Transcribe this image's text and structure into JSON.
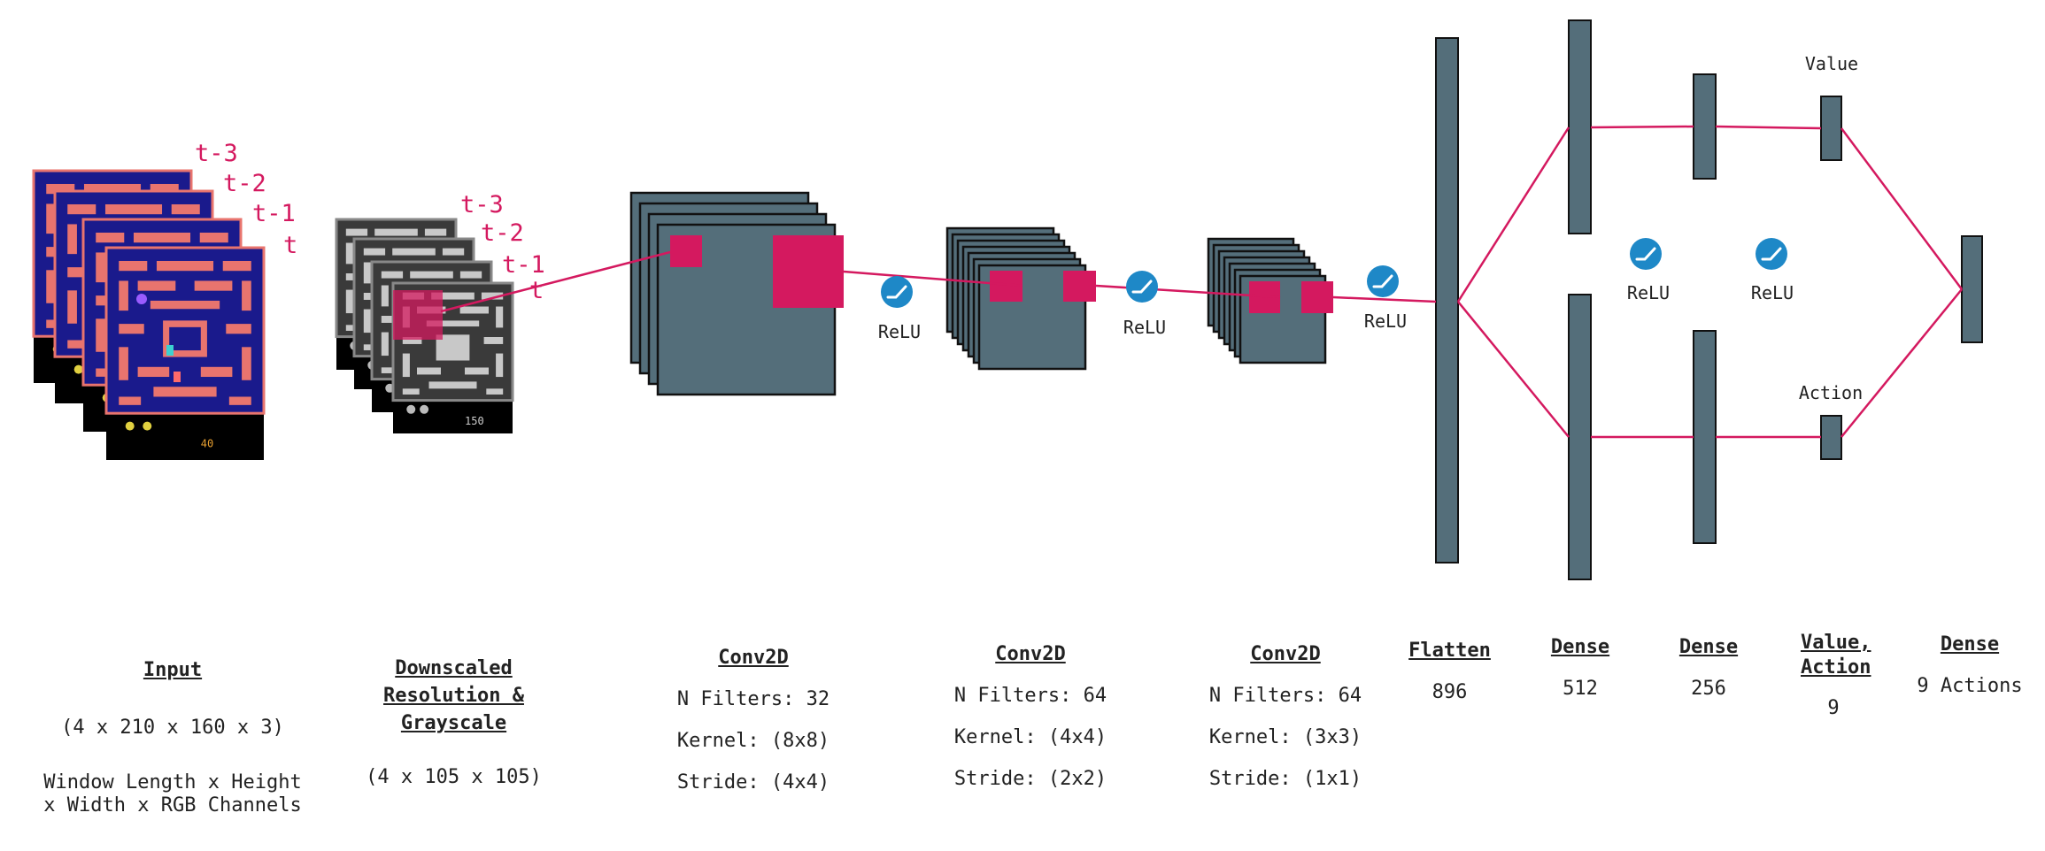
{
  "colors": {
    "accent": "#d4195f",
    "block_fill": "#546e7a",
    "block_stroke": "#111111",
    "relu_icon": "#1e88c7",
    "maze_bg": "#1a1a8c",
    "maze_wall": "#e8746e",
    "gray_wall": "#c8c8c8",
    "gray_bg": "#3a3a3a"
  },
  "input_frames": {
    "labels": [
      "t-3",
      "t-2",
      "t-1",
      "t"
    ],
    "score": "40"
  },
  "gray_frames": {
    "labels": [
      "t-3",
      "t-2",
      "t-1",
      "t"
    ],
    "score": "150"
  },
  "activation": "ReLU",
  "icons": [
    "relu-icon"
  ],
  "columns": {
    "input": {
      "title": "Input",
      "shape": "(4 x 210 x 160 x 3)",
      "desc": "Window Length x Height x Width x RGB Channels"
    },
    "downscaled": {
      "title": "Downscaled Resolution & Grayscale",
      "shape": "(4 x 105 x 105)"
    },
    "conv1": {
      "title": "Conv2D",
      "filters": "N Filters: 32",
      "kernel": "Kernel: (8x8)",
      "stride": "Stride: (4x4)"
    },
    "conv2": {
      "title": "Conv2D",
      "filters": "N Filters: 64",
      "kernel": "Kernel: (4x4)",
      "stride": "Stride: (2x2)"
    },
    "conv3": {
      "title": "Conv2D",
      "filters": "N Filters: 64",
      "kernel": "Kernel: (3x3)",
      "stride": "Stride: (1x1)"
    },
    "flatten": {
      "title": "Flatten",
      "value": "896"
    },
    "dense512": {
      "title": "Dense",
      "value": "512"
    },
    "dense256": {
      "title": "Dense",
      "value": "256"
    },
    "value_action": {
      "title": "Value, Action",
      "value": "9"
    },
    "dense_out": {
      "title": "Dense",
      "value": "9 Actions"
    }
  },
  "branch_labels": {
    "value": "Value",
    "action": "Action"
  }
}
